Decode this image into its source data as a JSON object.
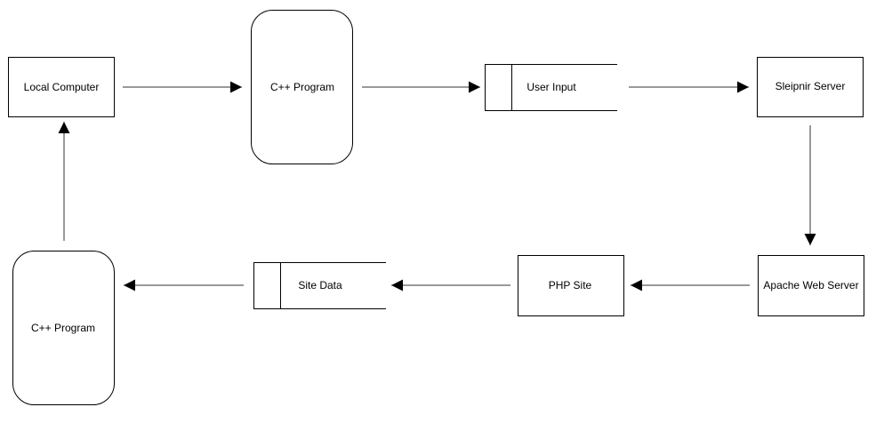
{
  "diagram": {
    "nodes": {
      "local_computer": {
        "label": "Local Computer",
        "shape": "rectangle"
      },
      "cpp_program_top": {
        "label": "C++ Program",
        "shape": "rounded-rectangle"
      },
      "user_input": {
        "label": "User Input",
        "shape": "data-store"
      },
      "sleipnir_server": {
        "label": "Sleipnir Server",
        "shape": "rectangle"
      },
      "apache_web_server": {
        "label": "Apache Web Server",
        "shape": "rectangle"
      },
      "php_site": {
        "label": "PHP Site",
        "shape": "rectangle"
      },
      "site_data": {
        "label": "Site Data",
        "shape": "data-store"
      },
      "cpp_program_bottom": {
        "label": "C++ Program",
        "shape": "rounded-rectangle"
      }
    },
    "edges": [
      {
        "from": "local_computer",
        "to": "cpp_program_top"
      },
      {
        "from": "cpp_program_top",
        "to": "user_input"
      },
      {
        "from": "user_input",
        "to": "sleipnir_server"
      },
      {
        "from": "sleipnir_server",
        "to": "apache_web_server"
      },
      {
        "from": "apache_web_server",
        "to": "php_site"
      },
      {
        "from": "php_site",
        "to": "site_data"
      },
      {
        "from": "site_data",
        "to": "cpp_program_bottom"
      },
      {
        "from": "cpp_program_bottom",
        "to": "local_computer"
      }
    ],
    "colors": {
      "stroke": "#000000",
      "fill": "#ffffff",
      "edge": "#333333"
    }
  }
}
